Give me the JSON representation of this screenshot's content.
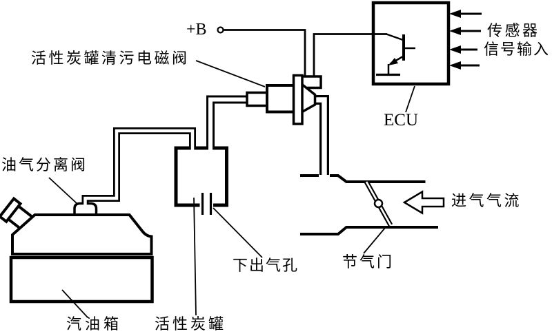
{
  "colors": {
    "line": "#000000",
    "background": "#ffffff"
  },
  "labels": {
    "purge_solenoid": "活性炭罐清污电磁阀",
    "separator_valve": "油气分离阀",
    "fuel_tank": "汽油箱",
    "canister": "活性炭罐",
    "lower_vent": "下出气孔",
    "throttle": "节气门",
    "intake_airflow": "进气气流",
    "sensors": "传感器",
    "signal_input": "信号输入",
    "ecu": "ECU",
    "power": "+B"
  },
  "components": [
    "fuel-tank",
    "filler-neck",
    "vapor-separator-valve",
    "charcoal-canister",
    "purge-solenoid-valve",
    "ecu-box",
    "transistor-symbol",
    "throttle-plate",
    "intake-passage",
    "airflow-arrow",
    "ecu-input-arrows",
    "vapor-pipes"
  ]
}
